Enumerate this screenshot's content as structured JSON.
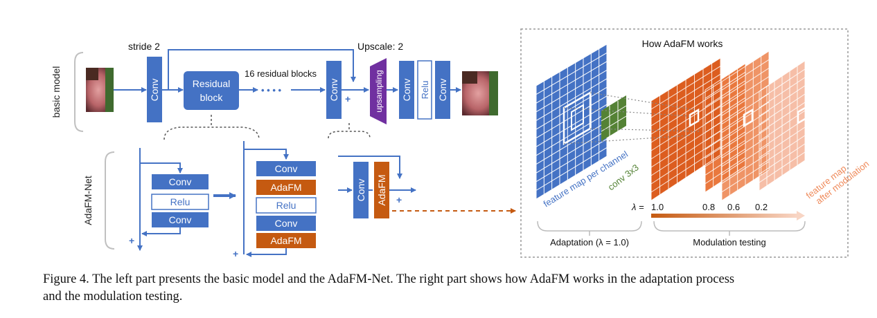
{
  "colors": {
    "conv": "#4472c4",
    "adafm": "#c55a11",
    "relu_border": "#4472c4",
    "upsampling": "#7030a0",
    "conv3x3": "#548235",
    "fm_blue": "#4472c4",
    "fm_orange": "#e2642a",
    "guide_gray": "#888888",
    "face_skin": "#c9787c",
    "face_bg": "#3f6a2e"
  },
  "basic_model": {
    "side_label": "basic model",
    "stride_label": "stride 2",
    "upscale_label": "Upscale: 2",
    "residual_count_label": "16 residual blocks",
    "ellipsis": "• • • •",
    "conv": "Conv",
    "residual_block": [
      "Residual",
      "block"
    ],
    "plus": "+",
    "upsampling": "upsampling",
    "relu": "Relu",
    "input_image_icon": "face-photo-icon",
    "output_image_icon": "face-photo-icon"
  },
  "adafm_net": {
    "side_label": "AdaFM-Net",
    "block_left": [
      "Conv",
      "Relu",
      "Conv"
    ],
    "block_right": [
      "Conv",
      "AdaFM",
      "Relu",
      "Conv",
      "AdaFM"
    ],
    "tail": [
      "Conv",
      "AdaFM"
    ],
    "plus": "+"
  },
  "how_it_works": {
    "title": "How AdaFM works",
    "fm_label": "feature map per channel",
    "conv_label": "conv 3x3",
    "after_label": [
      "feature map",
      "after modulation"
    ],
    "lambda_prefix": "λ = ",
    "lambda_values": [
      "1.0",
      "0.8",
      "0.6",
      "0.2"
    ],
    "adaptation_label": "Adaptation (λ = 1.0)",
    "modulation_label": "Modulation testing"
  },
  "caption": {
    "line1": "Figure 4. The left part presents the basic model and the AdaFM-Net. The right part shows how AdaFM works in the adaptation process",
    "line2": "and the modulation testing."
  }
}
